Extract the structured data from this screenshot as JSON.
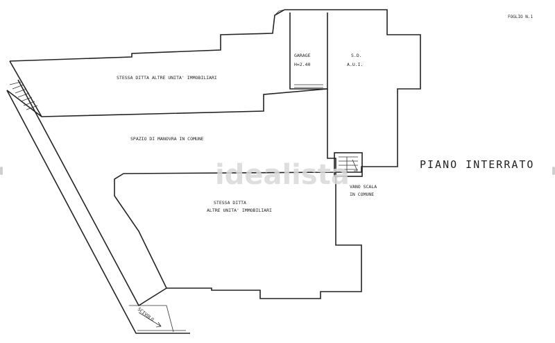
{
  "sheet": {
    "label": "FOGLIO N.1"
  },
  "floor": {
    "title": "PIANO INTERRATO"
  },
  "rooms": {
    "garage_name": "GARAGE",
    "garage_height": "H=2.40",
    "sd_line1": "S.D.",
    "sd_line2": "A.U.I.",
    "upper": "STESSA DITTA  ALTRE UNITA' IMMOBILIARI",
    "maneuver": "SPAZIO DI MANOVRA IN COMUNE",
    "lower_line1": "STESSA DITTA",
    "lower_line2": "ALTRE UNITA' IMMOBILIARI",
    "stair_line1": "VANO SCALA",
    "stair_line2": "IN COMUNE",
    "ramp": "SCIVOLO"
  },
  "watermark": {
    "text": "idealista"
  }
}
